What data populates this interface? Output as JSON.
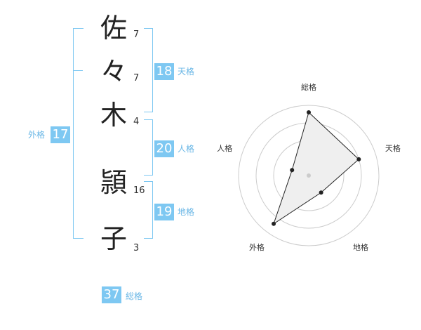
{
  "name_chars": [
    {
      "char": "佐",
      "strokes": "7"
    },
    {
      "char": "々",
      "strokes": "7"
    },
    {
      "char": "木",
      "strokes": "4"
    },
    {
      "char": "頴",
      "strokes": "16"
    },
    {
      "char": "子",
      "strokes": "3"
    }
  ],
  "kakusu": {
    "tenkaku": {
      "value": "18",
      "label": "天格"
    },
    "jinkaku": {
      "value": "20",
      "label": "人格"
    },
    "chikaku": {
      "value": "19",
      "label": "地格"
    },
    "gaikaku": {
      "value": "17",
      "label": "外格"
    },
    "soukaku": {
      "value": "37",
      "label": "総格"
    }
  },
  "chart_data": {
    "type": "radar",
    "axes": [
      "総格",
      "天格",
      "地格",
      "外格",
      "人格"
    ],
    "values": [
      0.9,
      0.75,
      0.3,
      0.85,
      0.25
    ],
    "max": 1,
    "rings": 4,
    "colors": {
      "fill": "#efefef",
      "line": "#222222",
      "grid": "#cccccc",
      "accent": "#7ec8f2"
    }
  }
}
